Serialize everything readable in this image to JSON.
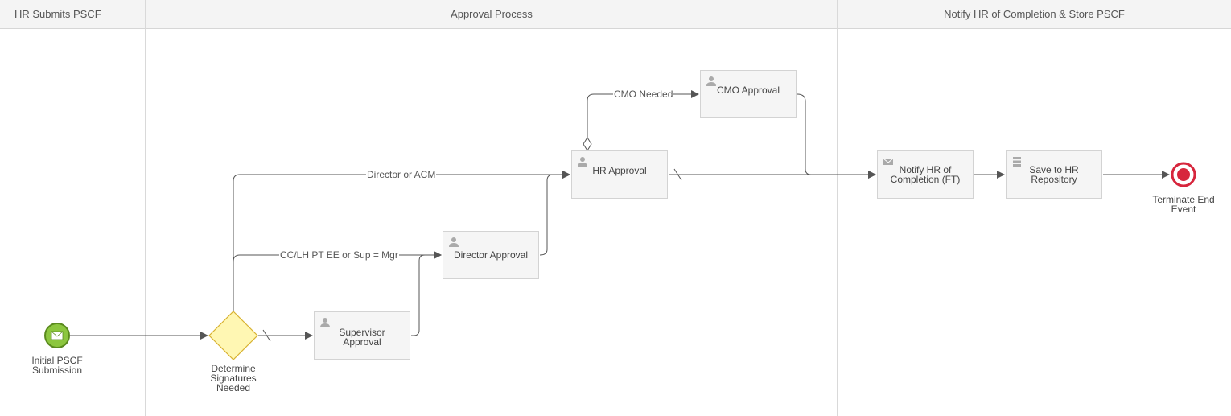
{
  "lanes": [
    {
      "title": "HR Submits PSCF"
    },
    {
      "title": "Approval Process"
    },
    {
      "title": "Notify HR of Completion & Store PSCF"
    }
  ],
  "nodes": {
    "start": {
      "label": "Initial PSCF Submission",
      "icon": "envelope-icon"
    },
    "gateway": {
      "label": "Determine Signatures Needed"
    },
    "supervisor": {
      "label": "Supervisor Approval",
      "icon": "user-icon"
    },
    "director": {
      "label": "Director Approval",
      "icon": "user-icon"
    },
    "hr": {
      "label": "HR Approval",
      "icon": "user-icon"
    },
    "cmo": {
      "label": "CMO Approval",
      "icon": "user-icon"
    },
    "notify": {
      "label": "Notify HR of Completion (FT)",
      "icon": "envelope-icon"
    },
    "save": {
      "label": "Save to HR Repository",
      "icon": "database-icon"
    },
    "end": {
      "label": "Terminate End Event"
    }
  },
  "edges": {
    "director_or_acm": "Director or ACM",
    "cc_lh": "CC/LH PT EE or Sup = Mgr",
    "cmo_needed": "CMO Needed"
  },
  "colors": {
    "start_fill": "#8cc63f",
    "start_stroke": "#5a8a1e",
    "gateway_fill": "#fff7b3",
    "gateway_stroke": "#d8b230",
    "end_stroke": "#d7263d",
    "line": "#555555"
  }
}
